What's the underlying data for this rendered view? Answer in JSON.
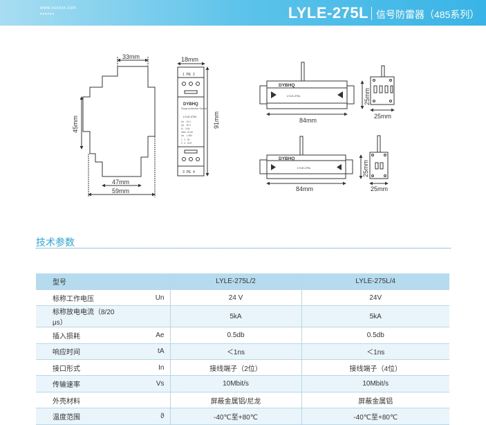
{
  "header": {
    "site": "www.xxxxxx.com",
    "dots": "▪▪▪▪▪▪",
    "model": "LYLE-275L",
    "product_name": "信号防雷器（485系列）"
  },
  "drawings": {
    "side": {
      "top_dim": "33mm",
      "left_dim": "45mm",
      "mid_dim": "47mm",
      "bottom_dim": "59mm"
    },
    "front": {
      "top_dim": "18mm",
      "right_dim": "91mm",
      "top_terminals": "1  PE  2",
      "bottom_terminals": "3  PE  4",
      "brand": "DYBHQ",
      "subtitle": "Surge protective\nDevice",
      "model": "LYLE-275L",
      "spec_lines": [
        "Un    24 V",
        "Up    20 V",
        "In    5 kA",
        "Imax  10 kA",
        "Ua    ≤ 48V"
      ],
      "io_lines": [
        "1   2   IN",
        "3   4   OUT"
      ]
    },
    "box_top": {
      "brand": "DYBHQ",
      "model": "LYLE-275L",
      "width_dim": "84mm",
      "height_dim": "25mm",
      "end_dim": "25mm"
    },
    "box_bottom": {
      "brand": "DYBHQ",
      "model": "LYLE-275L",
      "width_dim": "84mm",
      "height_dim": "25mm",
      "end_dim": "25mm"
    }
  },
  "section": {
    "title": "技术参数"
  },
  "table": {
    "header": {
      "name": "型号",
      "v1": "LYLE-275L/2",
      "v2": "LYLE-275L/4"
    },
    "rows": [
      {
        "name": "标称工作电压",
        "sym": "Un",
        "v1": "24 V",
        "v2": "24V"
      },
      {
        "name": "标称放电电流（8/20 μs）",
        "sym": "",
        "v1": "5kA",
        "v2": "5kA"
      },
      {
        "name": "插入损耗",
        "sym": "Ae",
        "v1": "0.5db",
        "v2": "0.5db"
      },
      {
        "name": "响应时间",
        "sym": "tA",
        "v1": "＜1ns",
        "v2": "＜1ns"
      },
      {
        "name": "接口形式",
        "sym": "In",
        "v1": "接线端子（2位）",
        "v2": "接线端子（4位）"
      },
      {
        "name": "传输速率",
        "sym": "Vs",
        "v1": "10Mbit/s",
        "v2": "10Mbit/s"
      },
      {
        "name": "外壳材料",
        "sym": "",
        "v1": "屏蔽金属铝/尼龙",
        "v2": "屏蔽金属铝"
      },
      {
        "name": "温度范围",
        "sym": "ϑ",
        "v1": "-40℃至+80℃",
        "v2": "-40℃至+80℃"
      }
    ]
  }
}
